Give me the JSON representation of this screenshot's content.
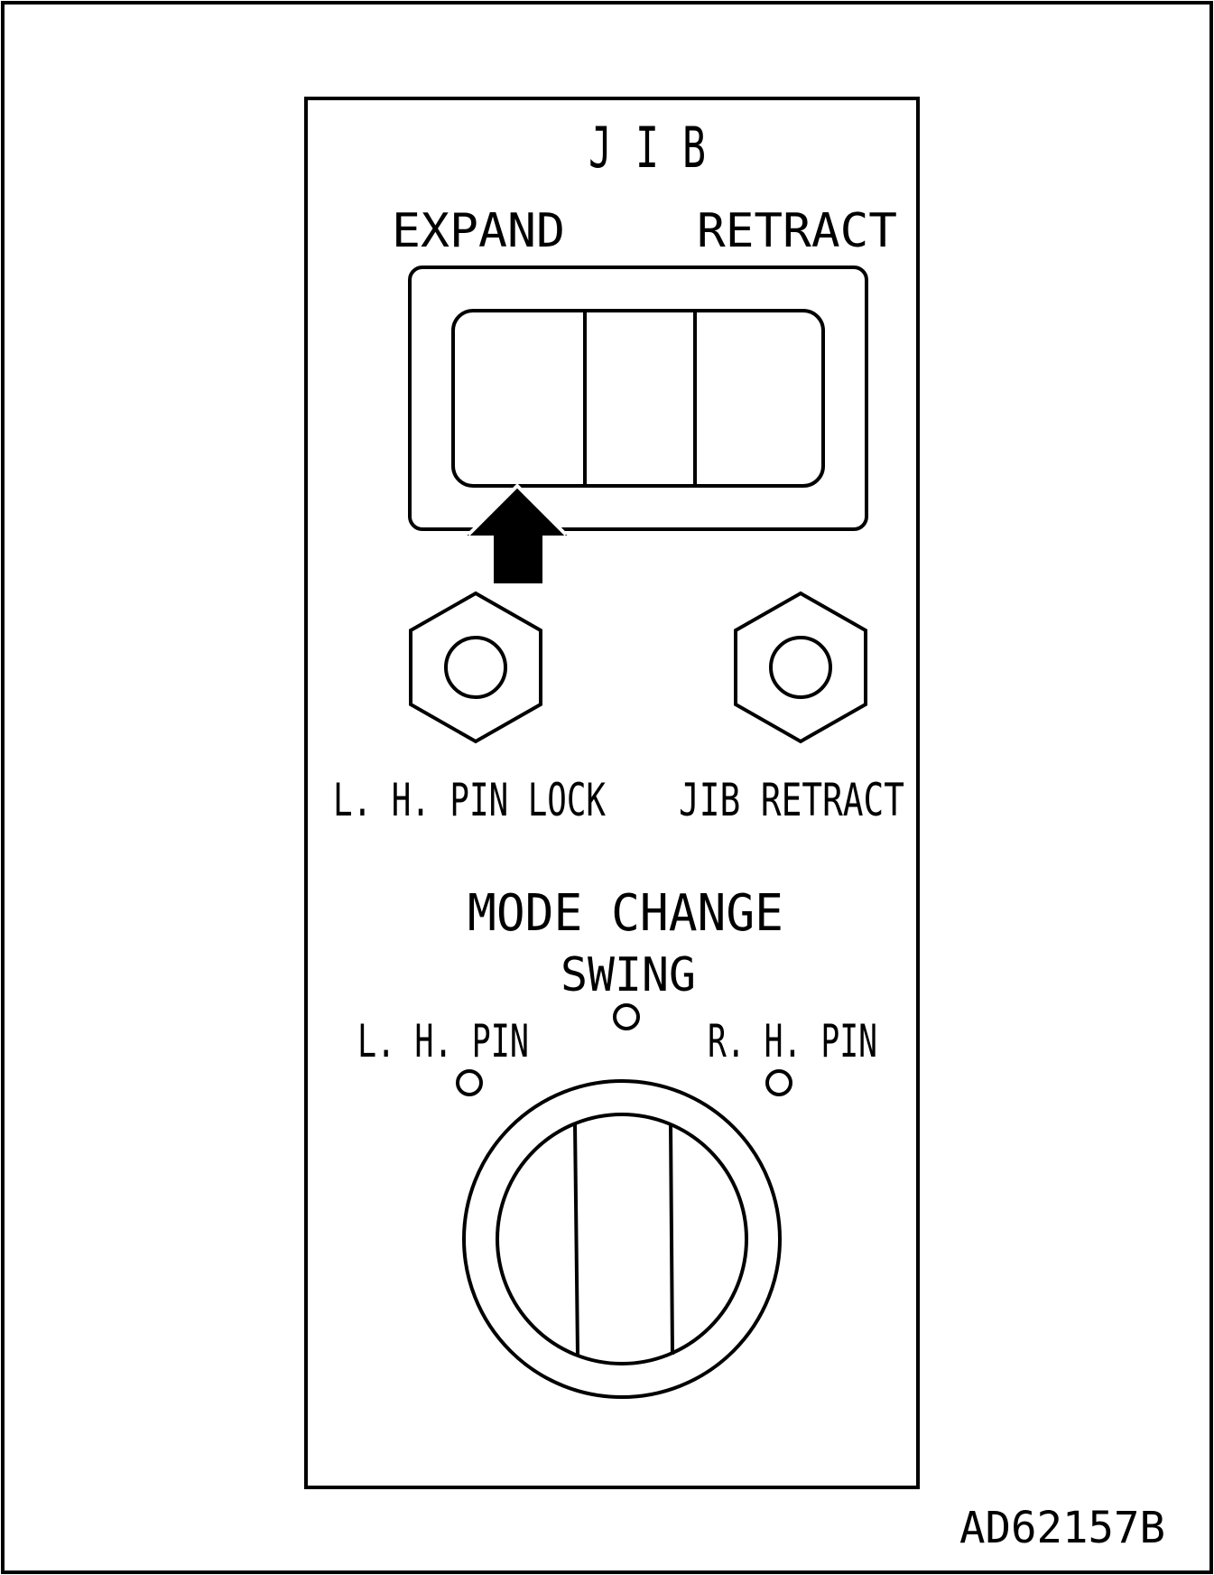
{
  "panel": {
    "title": "J I B",
    "rocker": {
      "left_label": "EXPAND",
      "right_label": "RETRACT"
    },
    "lamps": {
      "left_label": "L. H.  PIN LOCK",
      "right_label": "JIB RETRACT"
    },
    "mode_change": {
      "title": "MODE CHANGE",
      "positions": {
        "center": "SWING",
        "left": "L. H.  PIN",
        "right": "R. H.  PIN"
      }
    }
  },
  "figure_code": "AD62157B",
  "colors": {
    "ink": "#000000",
    "paper": "#ffffff"
  }
}
